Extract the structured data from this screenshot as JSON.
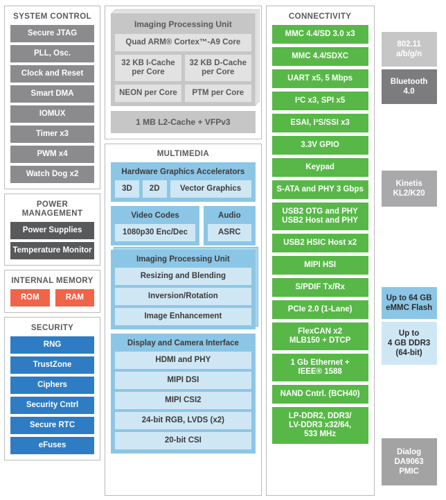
{
  "colors": {
    "system_control": "#8b8b8e",
    "power_management": "#58595b",
    "internal_memory": "#f0644a",
    "security": "#2e7cc4",
    "connectivity": "#57b847",
    "multimedia": "#8cc6e6",
    "multimedia_cell": "#cfe7f5",
    "cpu": "#c6c6c6",
    "cpu_cell": "#e2e2e2"
  },
  "system_control": {
    "title": "SYSTEM CONTROL",
    "items": [
      "Secure JTAG",
      "PLL, Osc.",
      "Clock and Reset",
      "Smart DMA",
      "IOMUX",
      "Timer x3",
      "PWM x4",
      "Watch Dog x2"
    ]
  },
  "power_management": {
    "title": "POWER MANAGEMENT",
    "items": [
      "Power Supplies",
      "Temperature Monitor"
    ]
  },
  "internal_memory": {
    "title": "INTERNAL MEMORY",
    "items": [
      "ROM",
      "RAM"
    ]
  },
  "security": {
    "title": "SECURITY",
    "items": [
      "RNG",
      "TrustZone",
      "Ciphers",
      "Security Cntrl",
      "Secure RTC",
      "eFuses"
    ]
  },
  "cpu": {
    "title": "Imaging Processing Unit",
    "core": "Quad ARM® Cortex™-A9 Core",
    "caches": [
      "32 KB I-Cache per Core",
      "32 KB D-Cache per Core"
    ],
    "units": [
      "NEON per Core",
      "PTM per Core"
    ],
    "l2": "1 MB L2-Cache + VFPv3"
  },
  "multimedia": {
    "title": "MULTIMEDIA",
    "graphics": {
      "title": "Hardware Graphics Accelerators",
      "items": [
        "3D",
        "2D",
        "Vector Graphics"
      ]
    },
    "video": {
      "title": "Video Codes",
      "item": "1080p30 Enc/Dec"
    },
    "audio": {
      "title": "Audio",
      "item": "ASRC"
    },
    "ipu": {
      "title": "Imaging Processing Unit",
      "items": [
        "Resizing and Blending",
        "Inversion/Rotation",
        "Image Enhancement"
      ]
    },
    "display": {
      "title": "Display and Camera Interface",
      "items": [
        "HDMI and PHY",
        "MIPI DSI",
        "MIPI CSI2",
        "24-bit RGB, LVDS (x2)",
        "20-bit CSI"
      ]
    }
  },
  "connectivity": {
    "title": "CONNECTIVITY",
    "items": [
      "MMC 4.4/SD 3.0 x3",
      "MMC 4.4/SDXC",
      "UART x5, 5 Mbps",
      "I²C x3, SPI x5",
      "ESAI, I²S/SSI x3",
      "3.3V GPIO",
      "Keypad",
      "S-ATA and PHY 3 Gbps",
      "USB2 OTG and PHY\nUSB2 Host and PHY",
      "USB2 HSIC Host x2",
      "MIPI HSI",
      "S/PDIF Tx/Rx",
      "PCIe 2.0 (1-Lane)",
      "FlexCAN x2\nMLB150 + DTCP",
      "1 Gb Ethernet +\nIEEE® 1588",
      "NAND Cntrl. (BCH40)",
      "LP-DDR2, DDR3/\nLV-DDR3 x32/64,\n533 MHz"
    ]
  },
  "external": {
    "wifi": "802.11\na/b/g/n",
    "bluetooth": "Bluetooth\n4.0",
    "kinetis": "Kinetis\nKL2/K20",
    "emmc": "Up to 64 GB\neMMC Flash",
    "ddr": "Up to\n4 GB DDR3\n(64-bit)",
    "pmic": "Dialog\nDA9063\nPMIC"
  }
}
